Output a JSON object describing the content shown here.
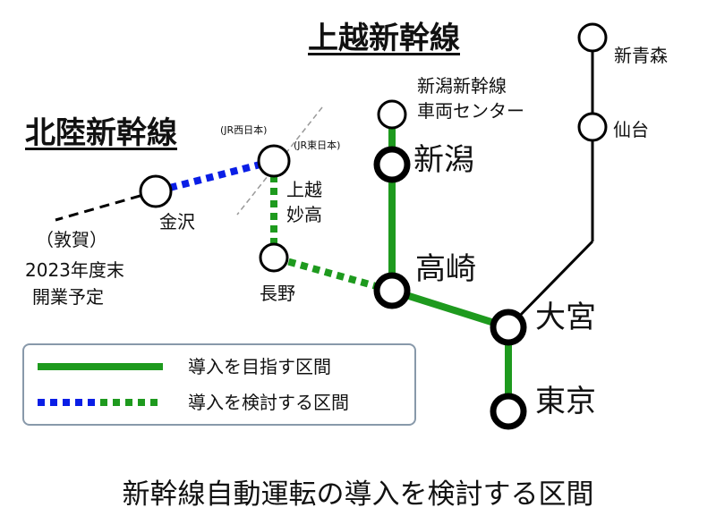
{
  "lines": {
    "joetsu": "上越新幹線",
    "hokuriku": "北陸新幹線"
  },
  "stations": {
    "shin_aomori": "新青森",
    "sendai": "仙台",
    "niigata_center_line1": "新潟新幹線",
    "niigata_center_line2": "車両センター",
    "niigata": "新潟",
    "takasaki": "高崎",
    "omiya": "大宮",
    "tokyo": "東京",
    "joetsu_myoko_line1": "上越",
    "joetsu_myoko_line2": "妙高",
    "nagano": "長野",
    "kanazawa": "金沢",
    "tsuruga": "（敦賀）"
  },
  "notes": {
    "jr_west": "(JR西日本)",
    "jr_east": "(JR東日本)",
    "tsuruga_plan_line1": "2023年度末",
    "tsuruga_plan_line2": "開業予定"
  },
  "legend": {
    "target": "導入を目指す区間",
    "considering": "導入を検討する区間"
  },
  "caption": "新幹線自動運転の導入を検討する区間",
  "colors": {
    "green": "#1e9a1e",
    "blue": "#0a1ee6",
    "black": "#000000"
  }
}
